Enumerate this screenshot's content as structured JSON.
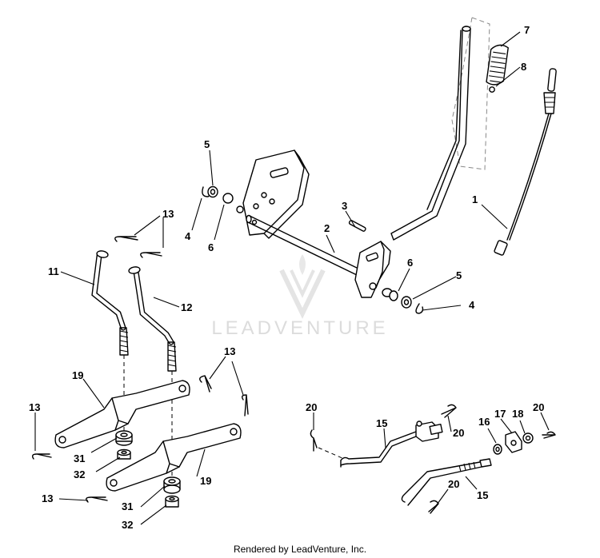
{
  "watermark": {
    "text": "LEADVENTURE"
  },
  "footer": {
    "text": "Rendered by LeadVenture, Inc."
  },
  "callouts": [
    {
      "id": "c-7",
      "label": "7"
    },
    {
      "id": "c-8",
      "label": "8"
    },
    {
      "id": "c-5a",
      "label": "5"
    },
    {
      "id": "c-3",
      "label": "3"
    },
    {
      "id": "c-2",
      "label": "2"
    },
    {
      "id": "c-1",
      "label": "1"
    },
    {
      "id": "c-4a",
      "label": "4"
    },
    {
      "id": "c-6a",
      "label": "6"
    },
    {
      "id": "c-13a",
      "label": "13"
    },
    {
      "id": "c-11",
      "label": "11"
    },
    {
      "id": "c-12",
      "label": "12"
    },
    {
      "id": "c-6b",
      "label": "6"
    },
    {
      "id": "c-5b",
      "label": "5"
    },
    {
      "id": "c-4b",
      "label": "4"
    },
    {
      "id": "c-13b",
      "label": "13"
    },
    {
      "id": "c-19a",
      "label": "19"
    },
    {
      "id": "c-13c",
      "label": "13"
    },
    {
      "id": "c-31a",
      "label": "31"
    },
    {
      "id": "c-32a",
      "label": "32"
    },
    {
      "id": "c-19b",
      "label": "19"
    },
    {
      "id": "c-13d",
      "label": "13"
    },
    {
      "id": "c-31b",
      "label": "31"
    },
    {
      "id": "c-32b",
      "label": "32"
    },
    {
      "id": "c-20a",
      "label": "20"
    },
    {
      "id": "c-15a",
      "label": "15"
    },
    {
      "id": "c-20b",
      "label": "20"
    },
    {
      "id": "c-16",
      "label": "16"
    },
    {
      "id": "c-17",
      "label": "17"
    },
    {
      "id": "c-18",
      "label": "18"
    },
    {
      "id": "c-20c",
      "label": "20"
    },
    {
      "id": "c-20d",
      "label": "20"
    },
    {
      "id": "c-15b",
      "label": "15"
    }
  ]
}
